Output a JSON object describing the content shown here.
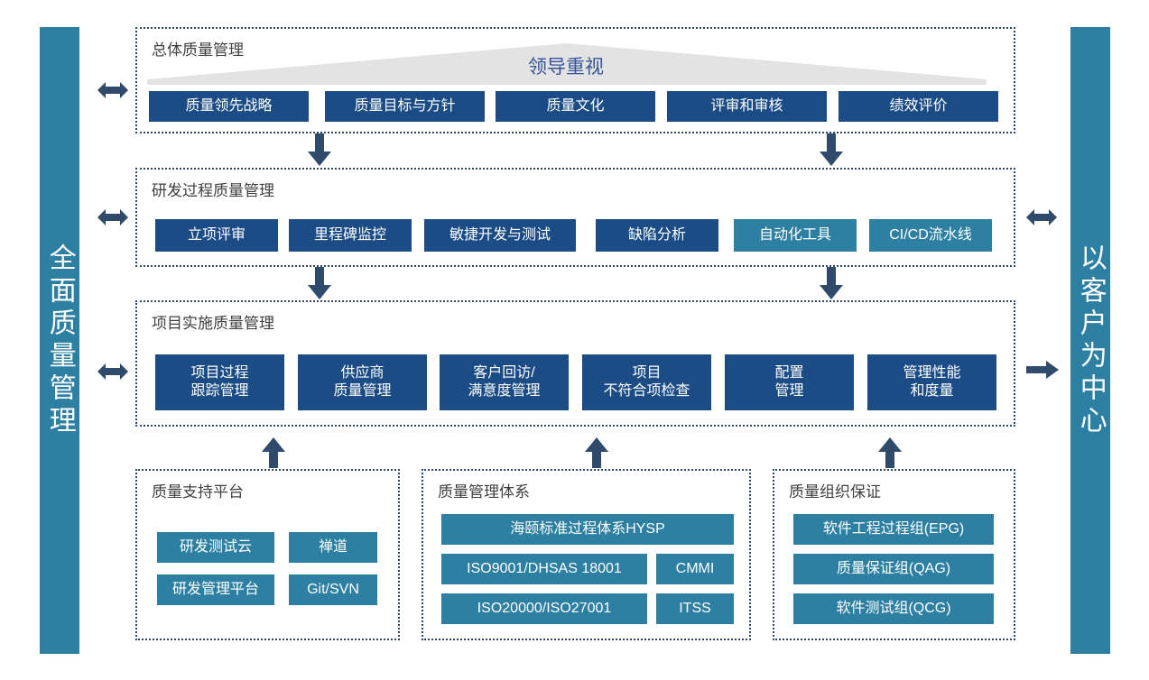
{
  "colors": {
    "navy": "#1B4C86",
    "teal": "#2E80A3",
    "arrow": "#2F4A6B",
    "triangle": "#E3E3E3",
    "leader_text": "#36539B",
    "title_text": "#404040"
  },
  "side_left": {
    "label": "全面质量管理"
  },
  "side_right": {
    "label": "以客户为中心"
  },
  "sections": [
    {
      "id": "overall-quality-management",
      "title": "总体质量管理",
      "banner": {
        "label": "领导重视"
      },
      "boxes": [
        {
          "label": "质量领先战略",
          "style": "navy"
        },
        {
          "label": "质量目标与方针",
          "style": "navy"
        },
        {
          "label": "质量文化",
          "style": "navy"
        },
        {
          "label": "评审和审核",
          "style": "navy"
        },
        {
          "label": "绩效评价",
          "style": "navy"
        }
      ]
    },
    {
      "id": "rd-process-quality-management",
      "title": "研发过程质量管理",
      "boxes": [
        {
          "label": "立项评审",
          "style": "navy"
        },
        {
          "label": "里程碑监控",
          "style": "navy"
        },
        {
          "label": "敏捷开发与测试",
          "style": "navy"
        },
        {
          "label": "缺陷分析",
          "style": "navy"
        },
        {
          "label": "自动化工具",
          "style": "teal"
        },
        {
          "label": "CI/CD流水线",
          "style": "teal"
        }
      ]
    },
    {
      "id": "project-implementation-quality-management",
      "title": "项目实施质量管理",
      "boxes": [
        {
          "label": "项目过程\n跟踪管理",
          "style": "navy"
        },
        {
          "label": "供应商\n质量管理",
          "style": "navy"
        },
        {
          "label": "客户回访/\n满意度管理",
          "style": "navy"
        },
        {
          "label": "项目\n不符合项检查",
          "style": "navy"
        },
        {
          "label": "配置\n管理",
          "style": "navy"
        },
        {
          "label": "管理性能\n和度量",
          "style": "navy"
        }
      ]
    },
    {
      "id": "quality-support-platform",
      "title": "质量支持平台",
      "boxes": [
        {
          "label": "研发测试云",
          "style": "teal"
        },
        {
          "label": "禅道",
          "style": "teal"
        },
        {
          "label": "研发管理平台",
          "style": "teal"
        },
        {
          "label": "Git/SVN",
          "style": "teal"
        }
      ]
    },
    {
      "id": "quality-management-system",
      "title": "质量管理体系",
      "boxes": [
        {
          "label": "海颐标准过程体系HYSP",
          "style": "teal"
        },
        {
          "label": "ISO9001/DHSAS 18001",
          "style": "teal"
        },
        {
          "label": "CMMI",
          "style": "teal"
        },
        {
          "label": "ISO20000/ISO27001",
          "style": "teal"
        },
        {
          "label": "ITSS",
          "style": "teal"
        }
      ]
    },
    {
      "id": "quality-organization-assurance",
      "title": "质量组织保证",
      "boxes": [
        {
          "label": "软件工程过程组(EPG)",
          "style": "teal"
        },
        {
          "label": "质量保证组(QAG)",
          "style": "teal"
        },
        {
          "label": "软件测试组(QCG)",
          "style": "teal"
        }
      ]
    }
  ],
  "arrows": [
    {
      "name": "arrow-left-row1",
      "direction": "double-horizontal"
    },
    {
      "name": "arrow-left-row2",
      "direction": "double-horizontal"
    },
    {
      "name": "arrow-left-row3",
      "direction": "double-horizontal"
    },
    {
      "name": "arrow-right-row2",
      "direction": "double-horizontal"
    },
    {
      "name": "arrow-right-row3",
      "direction": "right"
    },
    {
      "name": "arrow-down-1-left",
      "direction": "down"
    },
    {
      "name": "arrow-down-1-right",
      "direction": "down"
    },
    {
      "name": "arrow-down-2-left",
      "direction": "down"
    },
    {
      "name": "arrow-down-2-right",
      "direction": "down"
    },
    {
      "name": "arrow-up-1",
      "direction": "up"
    },
    {
      "name": "arrow-up-2",
      "direction": "up"
    },
    {
      "name": "arrow-up-3",
      "direction": "up"
    }
  ]
}
